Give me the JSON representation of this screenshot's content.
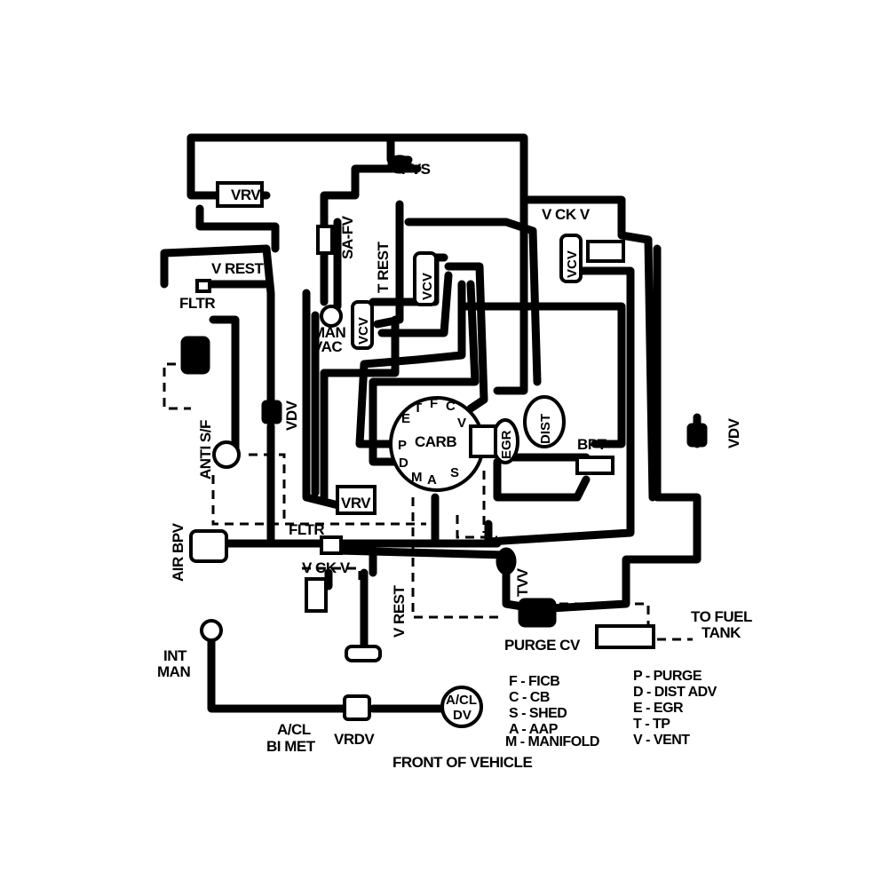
{
  "labels": {
    "vrv_top": "VRV",
    "pvs": "PVS",
    "vckv_top": "V CK V",
    "sa_fv": "SA-FV",
    "t_rest": "T REST",
    "vcv_left": "VCV",
    "vcv_mid": "VCV",
    "vcv_right": "VCV",
    "v_rest_top": "V REST",
    "fltr_left": "FLTR",
    "man": "MAN",
    "vac": "VAC",
    "vdv_left": "VDV",
    "anti_sf": "ANTI S/F",
    "dist": "DIST",
    "bpt": "BPT",
    "vdv_right": "VDV",
    "carb": "CARB",
    "egr": "EGR",
    "vrv_bottom": "VRV",
    "air_bpv": "AIR BPV",
    "fltr_bottom": "FLTR",
    "vckv_bottom": "V CK V",
    "v_rest_bottom": "V REST",
    "tvv": "TVV",
    "purge_cv": "PURGE CV",
    "to_fuel": "TO FUEL",
    "tank": "TANK",
    "int": "INT",
    "man_int": "MAN",
    "acl": "A/CL",
    "bi_met": "BI MET",
    "vrdv": "VRDV",
    "acl_dv_1": "A/CL",
    "acl_dv_2": "DV",
    "front": "FRONT OF VEHICLE"
  },
  "carb_ports": {
    "e": "E",
    "t": "T",
    "f": "F",
    "c": "C",
    "v": "V",
    "p": "P",
    "d": "D",
    "m": "M",
    "a": "A",
    "s": "S"
  },
  "legend": {
    "col1": [
      "F  -  FICB",
      "C  -  CB",
      "S  -  SHED",
      "A  -  AAP",
      "M  -  MANIFOLD"
    ],
    "col2": [
      "P  -  PURGE",
      "D  -  DIST ADV",
      "E  -  EGR",
      "T  -  TP",
      "V  -  VENT"
    ]
  }
}
